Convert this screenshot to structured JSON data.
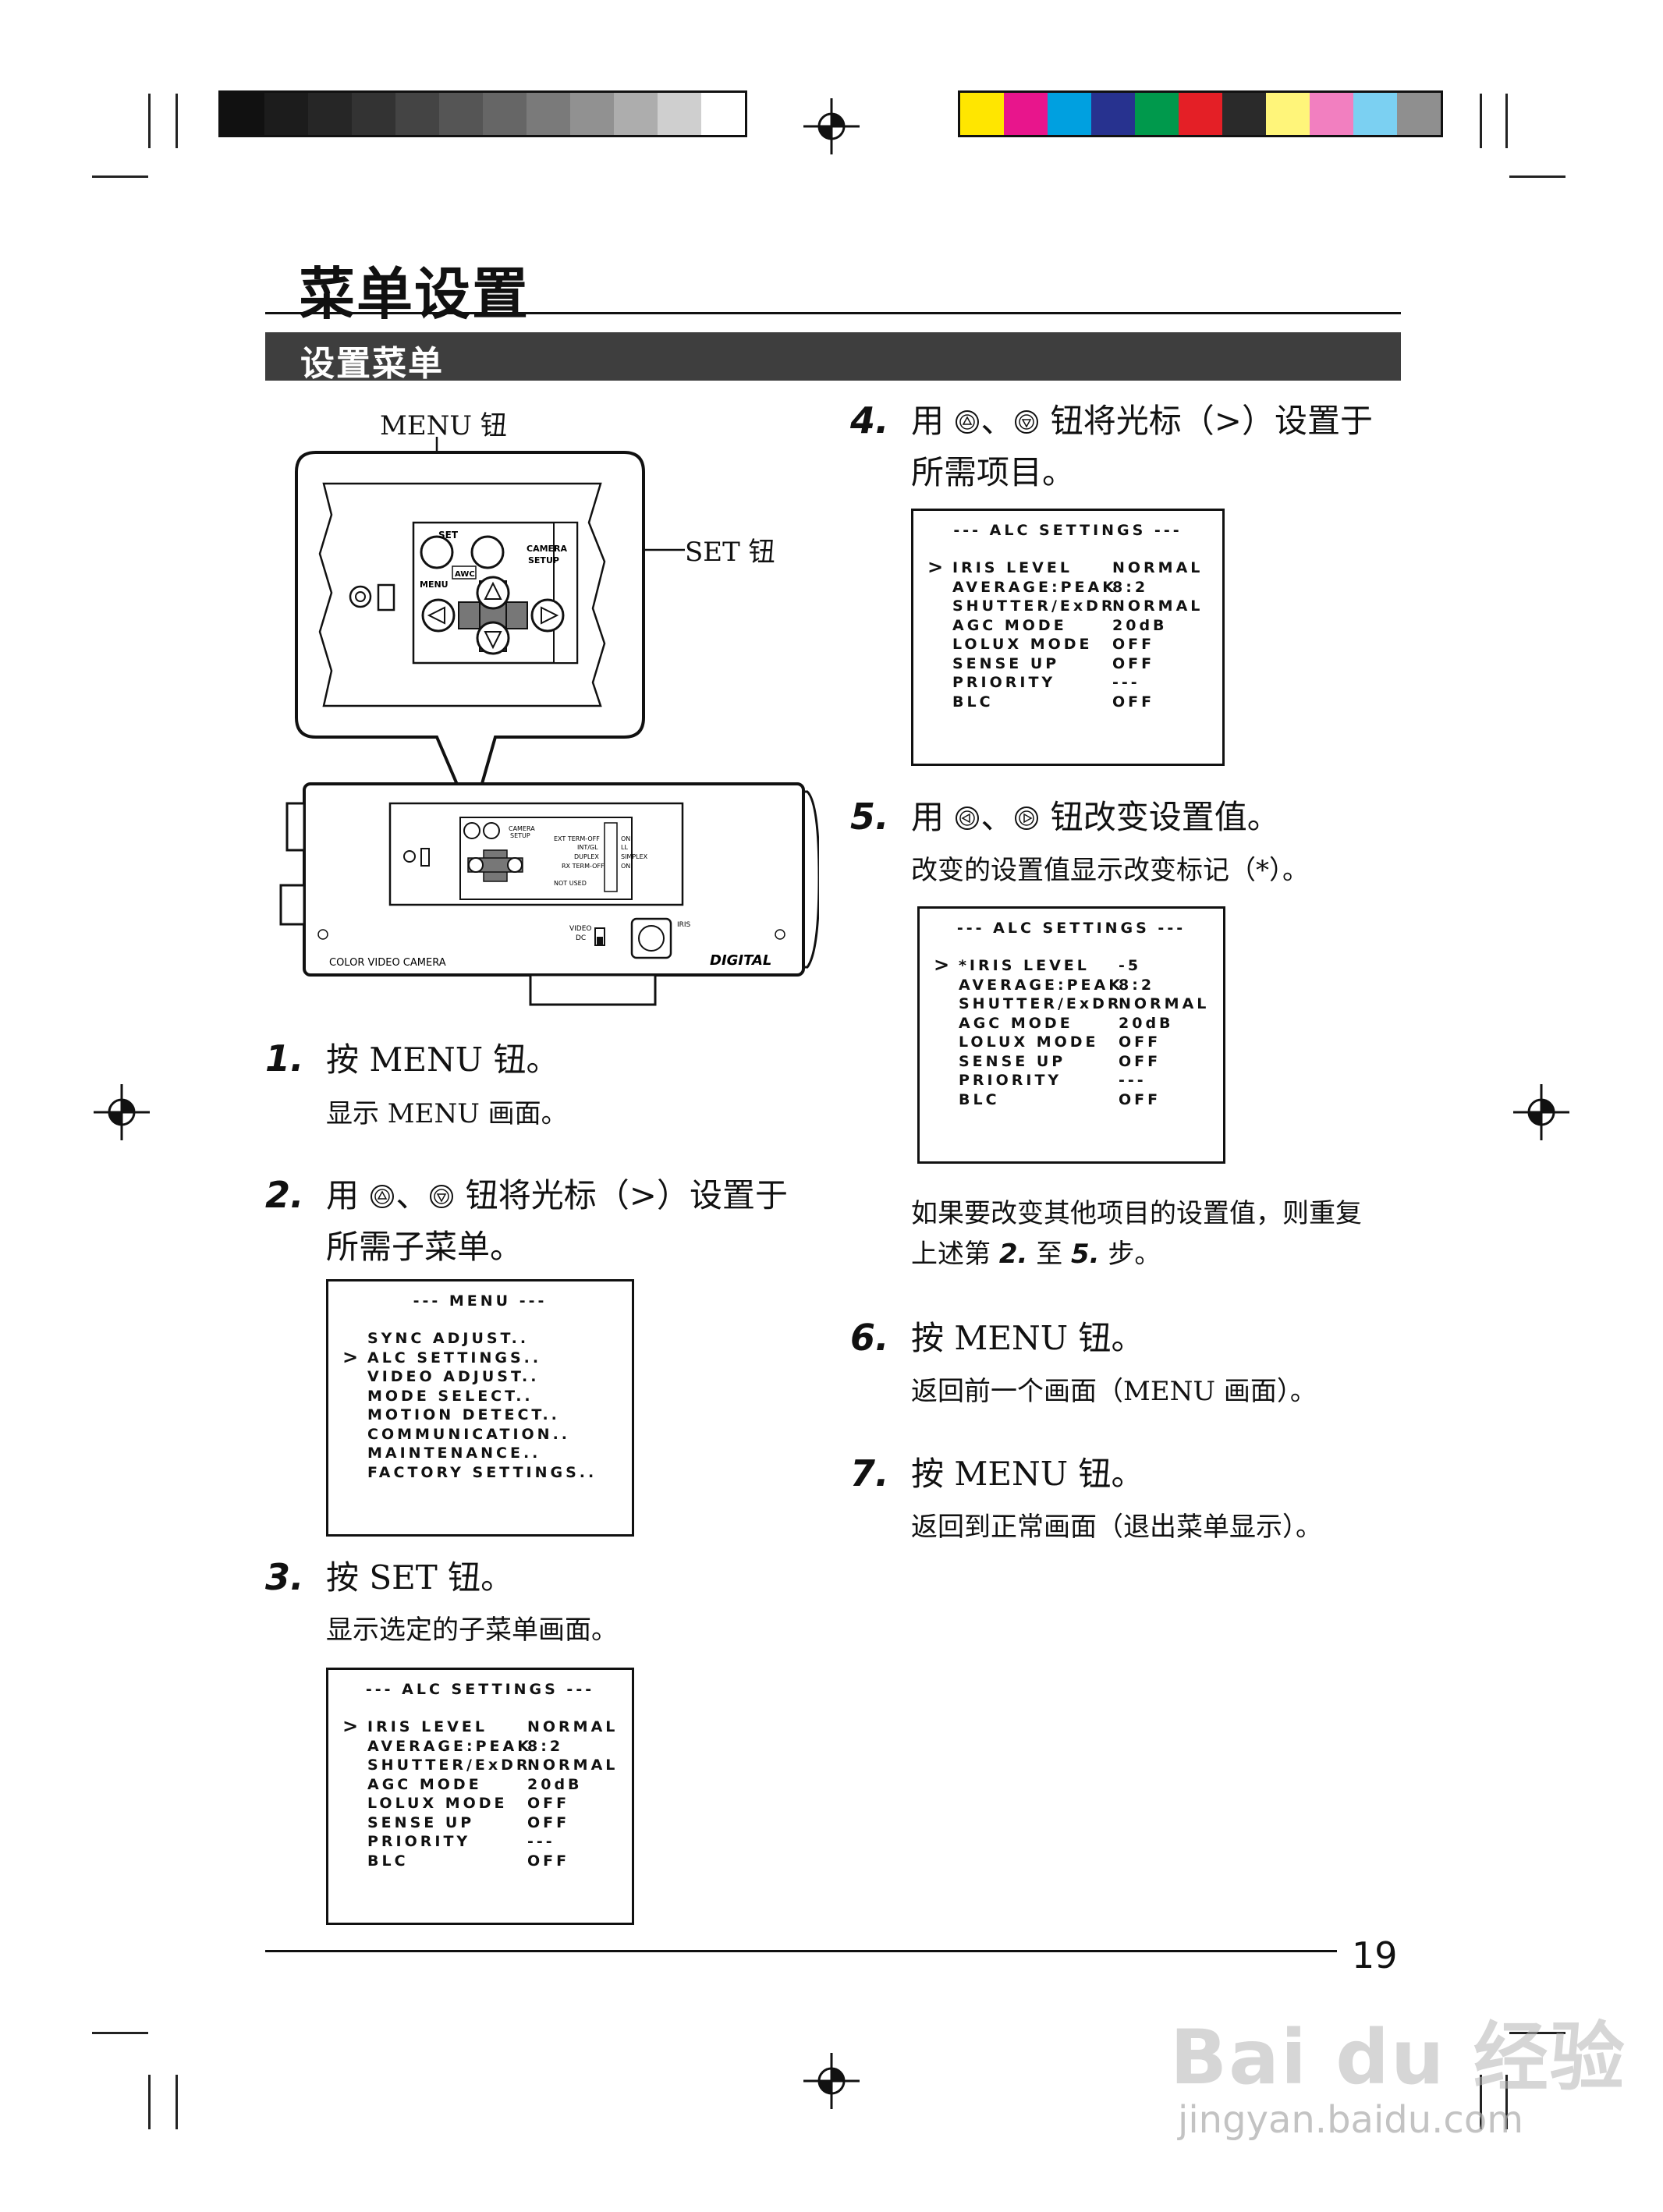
{
  "title": "菜单设置",
  "section": "设置菜单",
  "page_number": "19",
  "callouts": {
    "menu_button": "MENU 钮",
    "set_button": "SET 钮"
  },
  "camera_panel": {
    "set": "SET",
    "awc": "AWC",
    "menu": "MENU",
    "camera_setup_1": "CAMERA",
    "camera_setup_2": "SETUP",
    "switches": [
      "EXT TERM-OFF",
      "INT/GL",
      "DUPLEX",
      "RX TERM-OFF",
      "NOT USED"
    ],
    "switch_states": [
      "ON",
      "LL",
      "SIMPLEX",
      "ON"
    ],
    "video": "VIDEO",
    "dc": "DC",
    "iris": "IRIS",
    "brand_left": "COLOR  VIDEO  CAMERA",
    "brand_right": "DIGITAL"
  },
  "steps": [
    {
      "num": "1.",
      "text": "按 MENU 钮。",
      "sub": "显示 MENU 画面。"
    },
    {
      "num": "2.",
      "pre": "用",
      "sep": "、",
      "post": "钮将光标（>）设置于",
      "line2": "所需子菜单。"
    },
    {
      "num": "3.",
      "text": "按 SET 钮。",
      "sub": "显示选定的子菜单画面。"
    },
    {
      "num": "4.",
      "pre": "用",
      "sep": "、",
      "post": "钮将光标（>）设置于",
      "line2": "所需项目。"
    },
    {
      "num": "5.",
      "pre": "用",
      "sep": "、",
      "post": "钮改变设置值。",
      "sub": "改变的设置值显示改变标记（*）。"
    },
    {
      "num": "6.",
      "text": "按 MENU 钮。",
      "sub": "返回前一个画面（MENU 画面）。"
    },
    {
      "num": "7.",
      "text": "按 MENU 钮。",
      "sub": "返回到正常画面（退出菜单显示）。"
    }
  ],
  "repeat_note": {
    "line1": "如果要改变其他项目的设置值，则重复",
    "line2_pre": "上述第",
    "from": "2.",
    "mid": "至",
    "to": "5.",
    "line2_post": "步。"
  },
  "menu_screen": {
    "title": "--- MENU ---",
    "items": [
      "SYNC ADJUST..",
      "ALC SETTINGS..",
      "VIDEO ADJUST..",
      "MODE SELECT..",
      "MOTION DETECT..",
      "COMMUNICATION..",
      "MAINTENANCE..",
      "FACTORY SETTINGS.."
    ],
    "cursor": ">"
  },
  "alc_screen": {
    "title": "--- ALC SETTINGS ---",
    "labels": [
      "IRIS LEVEL",
      "AVERAGE:PEAK",
      "SHUTTER/ExDR",
      "AGC MODE",
      "LOLUX MODE",
      "SENSE UP",
      "PRIORITY",
      "BLC"
    ],
    "values": [
      "NORMAL",
      "8:2",
      "NORMAL",
      "20dB",
      "OFF",
      "OFF",
      "---",
      "OFF"
    ],
    "cursor": ">"
  },
  "alc_screen_changed": {
    "title": "--- ALC SETTINGS ---",
    "labels": [
      "*IRIS LEVEL",
      "AVERAGE:PEAK",
      "SHUTTER/ExDR",
      "AGC MODE",
      "LOLUX MODE",
      "SENSE UP",
      "PRIORITY",
      "BLC"
    ],
    "values": [
      "-5",
      "8:2",
      "NORMAL",
      "20dB",
      "OFF",
      "OFF",
      "---",
      "OFF"
    ],
    "cursor": ">"
  },
  "watermark": {
    "main": "Bai du 经验",
    "sub": "jingyan.baidu.com"
  },
  "colors": {
    "grayscale": [
      "#111111",
      "#1c1c1c",
      "#262626",
      "#333333",
      "#444444",
      "#555555",
      "#666666",
      "#7a7a7a",
      "#919191",
      "#adadad",
      "#cfcfcf",
      "#ffffff"
    ],
    "process": [
      "#ffe600",
      "#e8158c",
      "#00a0e0",
      "#27328f",
      "#00994c",
      "#e41f26",
      "#2a2a2a",
      "#fff57a",
      "#f27fc0",
      "#7bd0f2",
      "#8f8f8f"
    ]
  }
}
